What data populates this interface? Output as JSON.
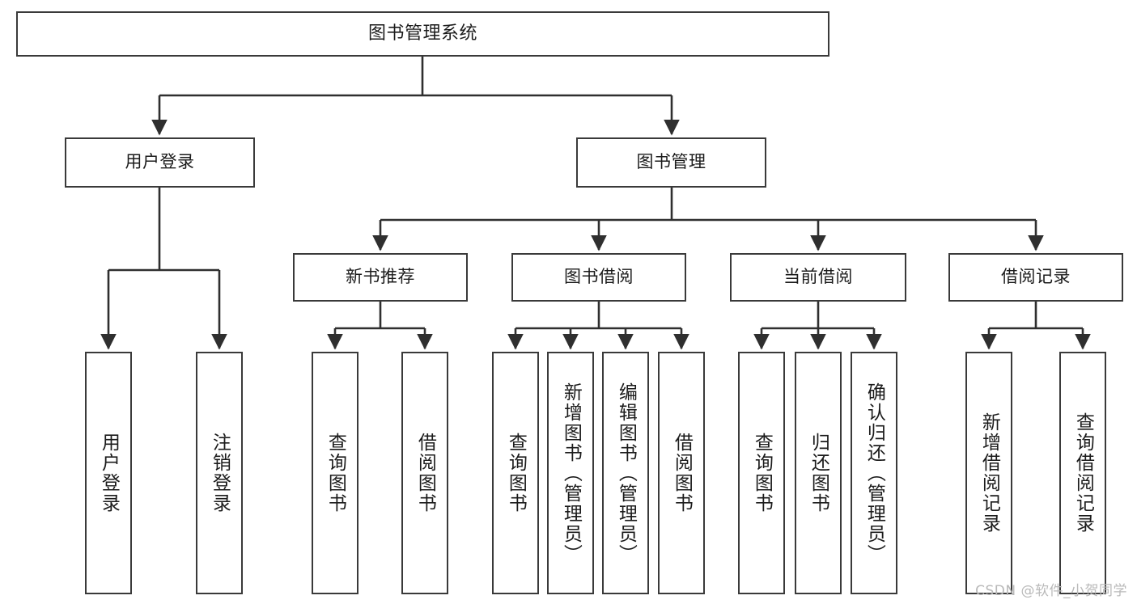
{
  "diagram": {
    "title": "图书管理系统",
    "type": "tree-hierarchy",
    "watermark": "CSDN @软件_小贺同学",
    "colors": {
      "box_border": "#3a3a3a",
      "box_fill": "#ffffff",
      "connector": "#2f2f2f",
      "text": "#1b1b1b",
      "watermark": "#b9b9b9",
      "background": "#ffffff"
    }
  },
  "nodes": {
    "root": {
      "label": "图书管理系统"
    },
    "level2": [
      {
        "id": "user-login",
        "label": "用户登录"
      },
      {
        "id": "book-manage",
        "label": "图书管理"
      }
    ],
    "level3": [
      {
        "id": "new-book-recommend",
        "label": "新书推荐"
      },
      {
        "id": "book-borrow",
        "label": "图书借阅"
      },
      {
        "id": "current-borrow",
        "label": "当前借阅"
      },
      {
        "id": "borrow-record",
        "label": "借阅记录"
      }
    ],
    "leaves": {
      "user-login": [
        {
          "id": "leaf-user-login",
          "label": "用户登录"
        },
        {
          "id": "leaf-user-logout",
          "label": "注销登录"
        }
      ],
      "new-book-recommend": [
        {
          "id": "leaf-query-book-1",
          "label": "查询图书"
        },
        {
          "id": "leaf-borrow-book-1",
          "label": "借阅图书"
        }
      ],
      "book-borrow": [
        {
          "id": "leaf-query-book-2",
          "label": "查询图书"
        },
        {
          "id": "leaf-add-book",
          "label": "新增图书（管理员）"
        },
        {
          "id": "leaf-edit-book",
          "label": "编辑图书（管理员）"
        },
        {
          "id": "leaf-borrow-book-2",
          "label": "借阅图书"
        }
      ],
      "current-borrow": [
        {
          "id": "leaf-query-book-3",
          "label": "查询图书"
        },
        {
          "id": "leaf-return-book",
          "label": "归还图书"
        },
        {
          "id": "leaf-confirm-return",
          "label": "确认归还（管理员）"
        }
      ],
      "borrow-record": [
        {
          "id": "leaf-add-record",
          "label": "新增借阅记录"
        },
        {
          "id": "leaf-query-record",
          "label": "查询借阅记录"
        }
      ]
    }
  }
}
